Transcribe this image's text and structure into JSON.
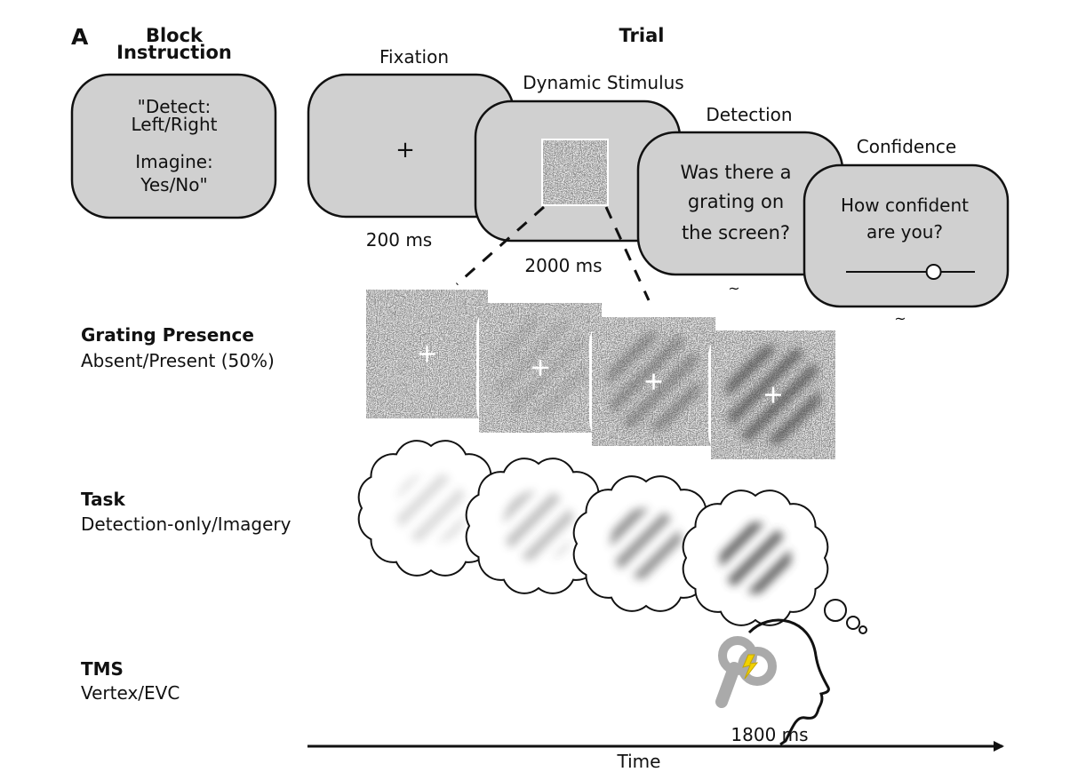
{
  "panel_letter": "A",
  "block_instruction": {
    "heading_line1": "Block",
    "heading_line2": "Instruction",
    "lines": [
      "\"Detect:",
      "Left/Right",
      "",
      "Imagine:",
      "Yes/No\""
    ]
  },
  "trial": {
    "heading": "Trial",
    "screens": [
      {
        "title": "Fixation",
        "content": [
          "+"
        ],
        "duration": "200 ms"
      },
      {
        "title": "Dynamic Stimulus",
        "content": [],
        "duration": "2000 ms"
      },
      {
        "title": "Detection",
        "content": [
          "Was there a",
          "grating on",
          "the screen?"
        ],
        "duration": "~"
      },
      {
        "title": "Confidence",
        "content": [
          "How confident",
          "are you?"
        ],
        "duration": "~",
        "slider_value": 0.68
      }
    ]
  },
  "rows": [
    {
      "title": "Grating Presence",
      "subtitle": "Absent/Present (50%)"
    },
    {
      "title": "Task",
      "subtitle": "Detection-only/Imagery"
    },
    {
      "title": "TMS",
      "subtitle": "Vertex/EVC"
    }
  ],
  "grating_frames": [
    0.0,
    0.15,
    0.45,
    0.75
  ],
  "imagery_frames": [
    0.2,
    0.35,
    0.6,
    0.85
  ],
  "tms_time_label": "1800 ms",
  "time_axis_label": "Time",
  "colors": {
    "panel_fill": "#d0d0d0",
    "outline": "#111111",
    "coil": "#aaaaaa",
    "bolt": "#f2d200"
  }
}
